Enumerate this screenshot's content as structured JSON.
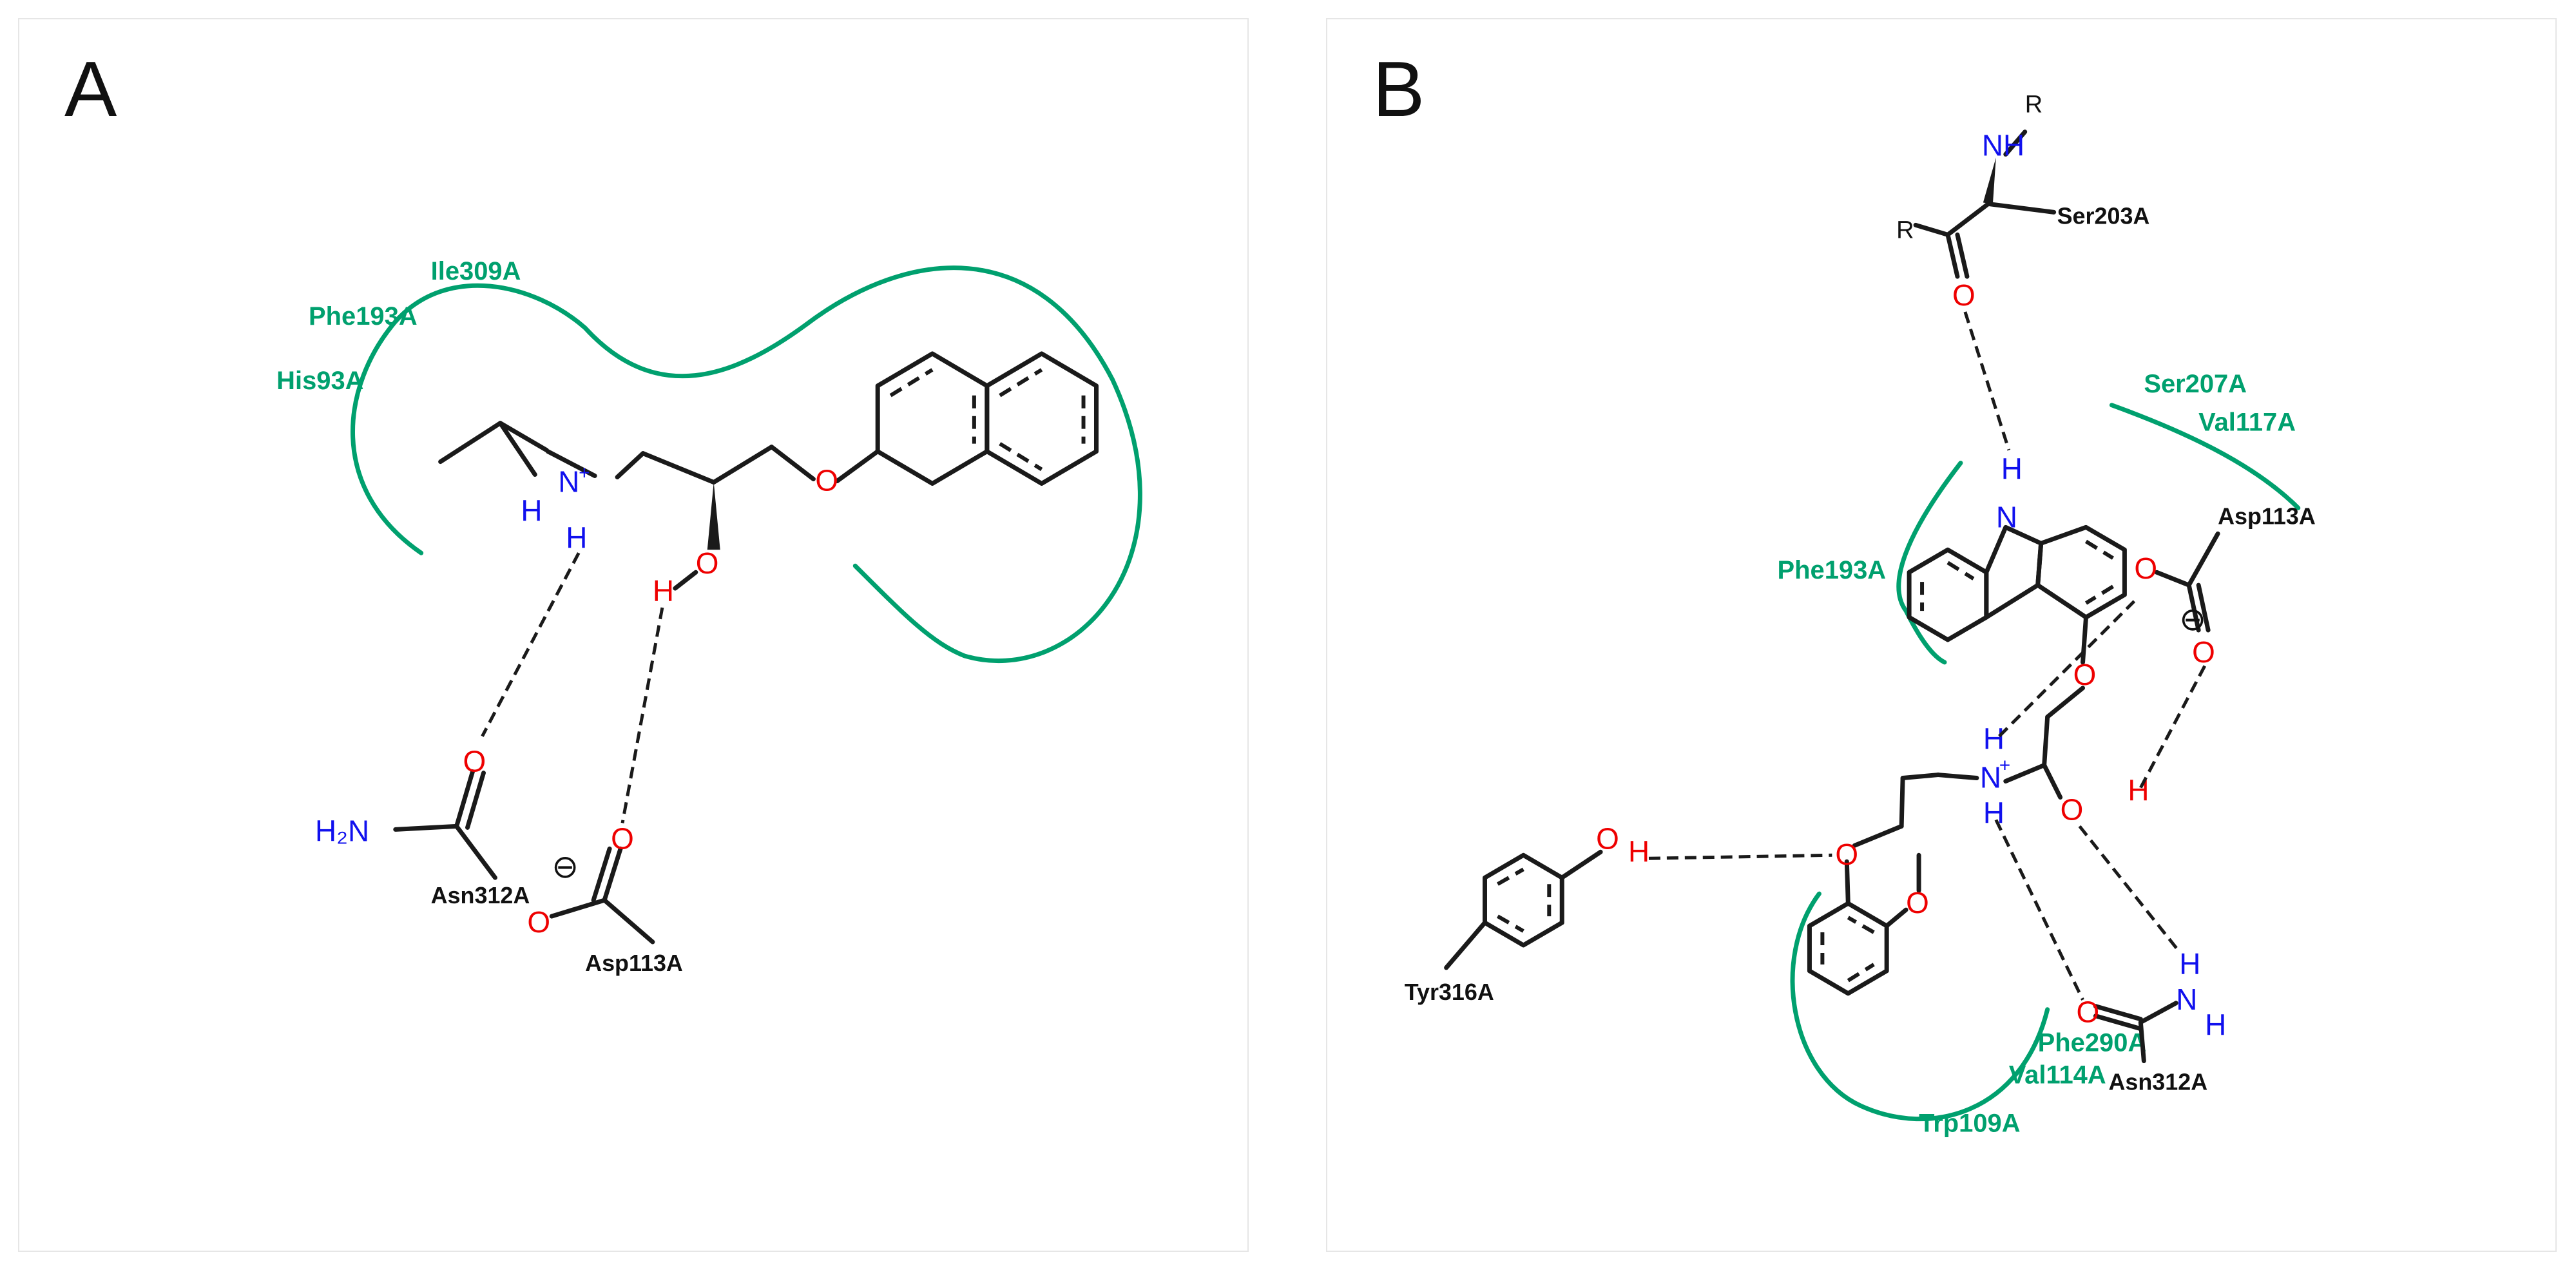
{
  "panels": [
    {
      "label": "A",
      "hydrophobic_residues": [
        "Ile309A",
        "Phe193A",
        "His93A"
      ],
      "hbond_residues": [
        "Asn312A",
        "Asp113A"
      ],
      "atoms": {
        "N": "N",
        "plus": "+",
        "H": "H",
        "O": "O",
        "H2N": "H₂N",
        "minus": "⊖"
      }
    },
    {
      "label": "B",
      "hydrophobic_residues": [
        "Ser207A",
        "Val117A",
        "Phe193A",
        "Phe290A",
        "Val114A",
        "Trp109A"
      ],
      "hbond_residues": [
        "Ser203A",
        "Asp113A",
        "Tyr316A",
        "Asn312A"
      ],
      "atoms": {
        "N": "N",
        "plus": "+",
        "H": "H",
        "O": "O",
        "NH": "NH",
        "R": "R",
        "minus": "⊖"
      }
    }
  ],
  "colors": {
    "hydrophobic_contour": "#00a06e",
    "oxygen": "#ee0000",
    "nitrogen": "#1010ee",
    "carbon": "#1a1a1a"
  }
}
